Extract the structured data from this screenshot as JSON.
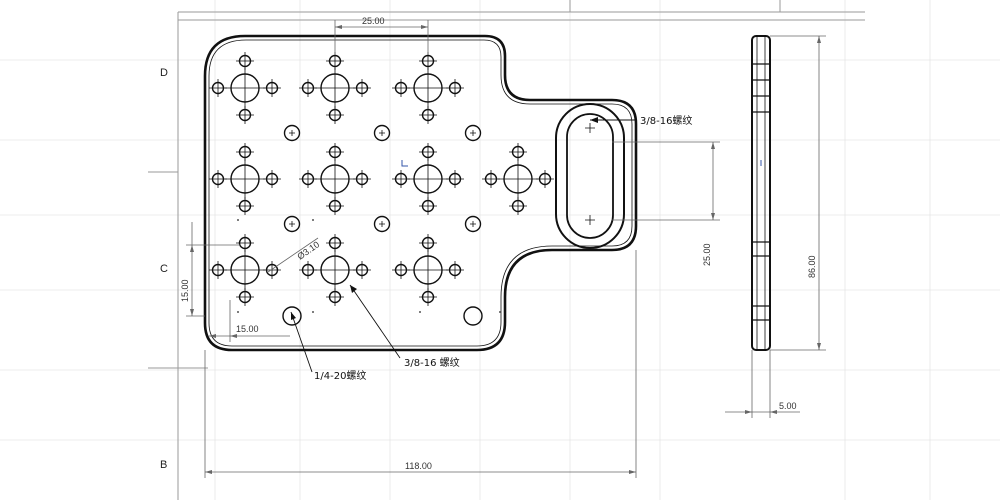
{
  "zones": [
    "D",
    "C",
    "B"
  ],
  "dimensions": {
    "top_spacing": "25.00",
    "hole_dia": "Ø3.10",
    "left_vertical": "15.00",
    "left_horizontal": "15.00",
    "slot_height": "25.00",
    "side_height": "86.00",
    "thickness": "5.00",
    "overall_width": "118.00"
  },
  "callouts": {
    "slot_thread": "3/8-16螺纹",
    "center_thread": "3/8-16 螺纹",
    "small_thread": "1/4-20螺纹"
  },
  "colors": {
    "line": "#111111",
    "dim": "#666666",
    "grid": "#d4d4d4",
    "frame": "#9a9a9a"
  }
}
